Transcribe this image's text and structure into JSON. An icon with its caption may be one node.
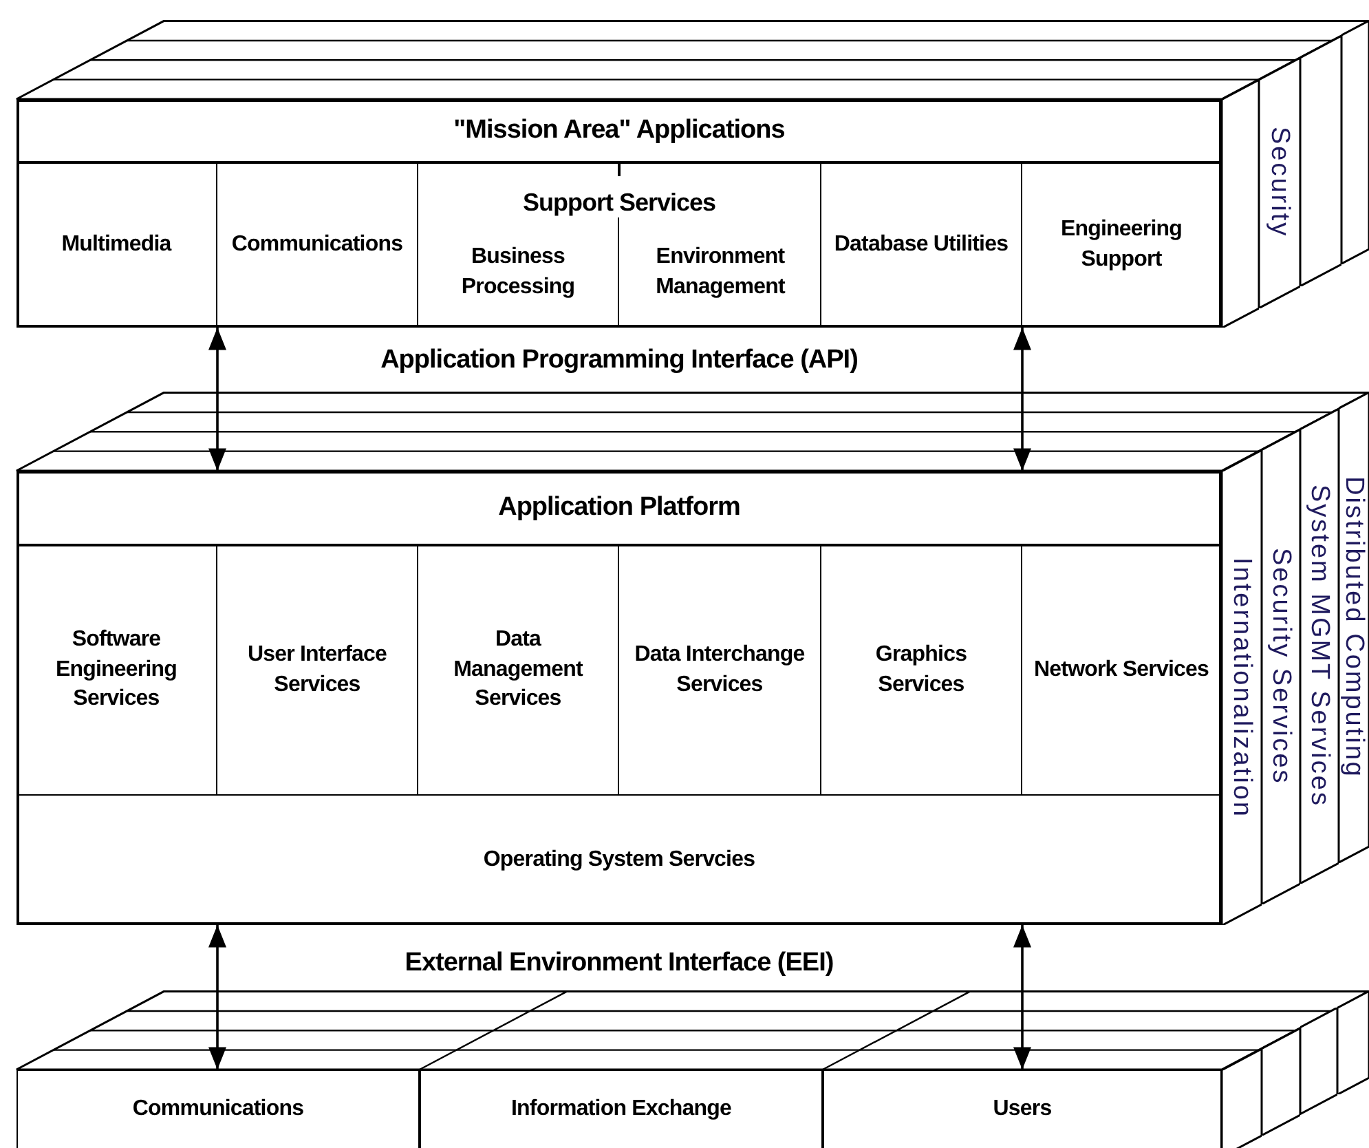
{
  "diagram": {
    "nodes": [
      {
        "text": [
          "\"Mission Area\" Applications"
        ]
      },
      {
        "text": [
          "Multimedia"
        ],
        "in": 0
      },
      {
        "text": [
          "Communications"
        ],
        "in": 0
      },
      {
        "text": [
          "Support Services"
        ],
        "in": 0
      },
      {
        "text": [
          "Business Processing"
        ],
        "in": 3
      },
      {
        "text": [
          "Environment Management"
        ],
        "in": 3
      },
      {
        "text": [
          "Database Utilities"
        ],
        "in": 0
      },
      {
        "text": [
          "Engineering Support"
        ],
        "in": 0
      },
      {
        "text": [],
        "shape": "box"
      },
      {
        "text": [
          "Security"
        ]
      },
      {
        "text": [],
        "shape": "box"
      },
      {
        "text": [],
        "shape": "box"
      },
      {
        "text": [
          "Application Platform"
        ]
      },
      {
        "text": [
          "Software Engineering Services"
        ],
        "in": 12
      },
      {
        "text": [
          "User Interface Services"
        ],
        "in": 12
      },
      {
        "text": [
          "Data Management Services"
        ],
        "in": 12
      },
      {
        "text": [
          "Data Interchange Services"
        ],
        "in": 12
      },
      {
        "text": [
          "Graphics Services"
        ],
        "in": 12
      },
      {
        "text": [
          "Network Services"
        ],
        "in": 12
      },
      {
        "text": [
          "Operating System Servcies"
        ],
        "in": 12
      },
      {
        "text": [
          "Internationalization"
        ]
      },
      {
        "text": [
          "Security Services"
        ]
      },
      {
        "text": [
          "System MGMT Services"
        ]
      },
      {
        "text": [
          "Distributed Computing"
        ]
      },
      {
        "text": [
          "Communications"
        ]
      },
      {
        "text": [
          "Information Exchange"
        ]
      },
      {
        "text": [
          "Users"
        ]
      },
      {
        "text": [],
        "shape": "box"
      },
      {
        "text": [],
        "shape": "box"
      },
      {
        "text": [],
        "shape": "box"
      },
      {
        "text": [],
        "shape": "box"
      }
    ],
    "edges": [
      {
        "from": 0,
        "to": 12,
        "arrow": "both"
      },
      {
        "from": 0,
        "to": 12,
        "arrow": "both"
      },
      {
        "from": 12,
        "to": 24,
        "arrow": "both"
      },
      {
        "from": 12,
        "to": 26,
        "arrow": "both"
      }
    ],
    "labels": [
      "Application Programming Interface (API)",
      "External Environment Interface (EEI)"
    ]
  }
}
